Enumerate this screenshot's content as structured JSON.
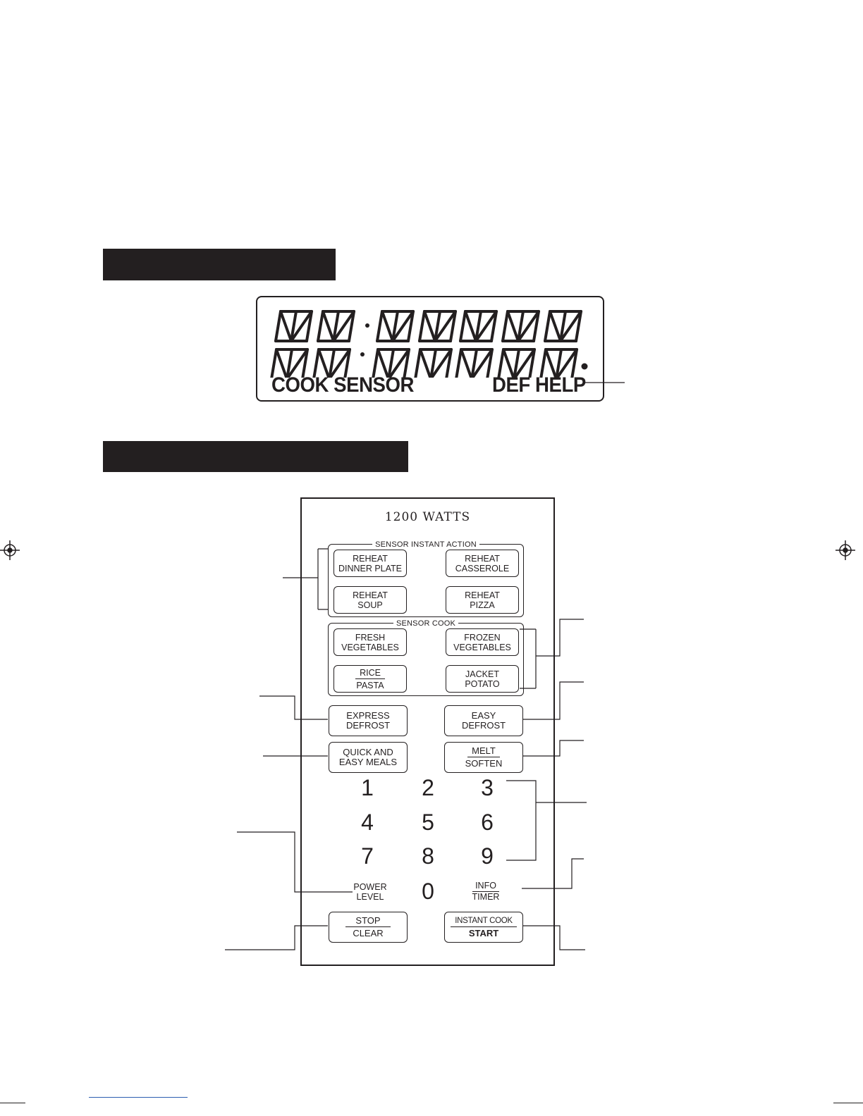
{
  "display": {
    "segment_digits": 8,
    "left_label": "COOK SENSOR",
    "right_label": "DEF HELP"
  },
  "panel": {
    "watts": "1200 WATTS",
    "sensor_instant_action": {
      "title": "SENSOR INSTANT ACTION",
      "buttons": [
        {
          "line1": "REHEAT",
          "line2": "DINNER PLATE"
        },
        {
          "line1": "REHEAT",
          "line2": "CASSEROLE"
        },
        {
          "line1": "REHEAT",
          "line2": "SOUP"
        },
        {
          "line1": "REHEAT",
          "line2": "PIZZA"
        }
      ]
    },
    "sensor_cook": {
      "title": "SENSOR COOK",
      "buttons": [
        {
          "line1": "FRESH",
          "line2": "VEGETABLES"
        },
        {
          "line1": "FROZEN",
          "line2": "VEGETABLES"
        },
        {
          "line1": "RICE",
          "line2": "PASTA"
        },
        {
          "line1": "JACKET",
          "line2": "POTATO"
        }
      ]
    },
    "express_defrost": {
      "line1": "EXPRESS",
      "line2": "DEFROST"
    },
    "easy_defrost": {
      "line1": "EASY",
      "line2": "DEFROST"
    },
    "quick_meals": {
      "line1": "QUICK AND",
      "line2": "EASY MEALS"
    },
    "melt_soften": {
      "line1": "MELT",
      "line2": "SOFTEN"
    },
    "digits": [
      "1",
      "2",
      "3",
      "4",
      "5",
      "6",
      "7",
      "8",
      "9",
      "0"
    ],
    "power_level": {
      "line1": "POWER",
      "line2": "LEVEL"
    },
    "info_timer": {
      "line1": "INFO",
      "line2": "TIMER"
    },
    "stop_clear": {
      "line1": "STOP",
      "line2": "CLEAR"
    },
    "instant_start": {
      "line1": "INSTANT COOK",
      "line2": "START"
    }
  }
}
